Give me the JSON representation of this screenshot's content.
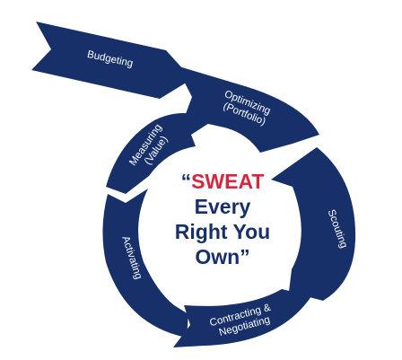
{
  "colors": {
    "arrow_fill": "#17306a",
    "label_text": "#ffffff",
    "center_text": "#17306a",
    "accent": "#d7263d"
  },
  "center": {
    "open_quote": "“",
    "highlight": "SWEAT",
    "line2": "Every",
    "line3": "Right You",
    "line4": "Own”"
  },
  "segments": [
    {
      "id": "budgeting",
      "lines": [
        "Budgeting"
      ]
    },
    {
      "id": "optimizing",
      "lines": [
        "Optimizing",
        "(Portfolio)"
      ]
    },
    {
      "id": "scouting",
      "lines": [
        "Scouting"
      ]
    },
    {
      "id": "contracting",
      "lines": [
        "Contracting &",
        "Negotiating"
      ]
    },
    {
      "id": "activating",
      "lines": [
        "Activating"
      ]
    },
    {
      "id": "measuring",
      "lines": [
        "Measuring",
        "(Value)"
      ]
    }
  ]
}
